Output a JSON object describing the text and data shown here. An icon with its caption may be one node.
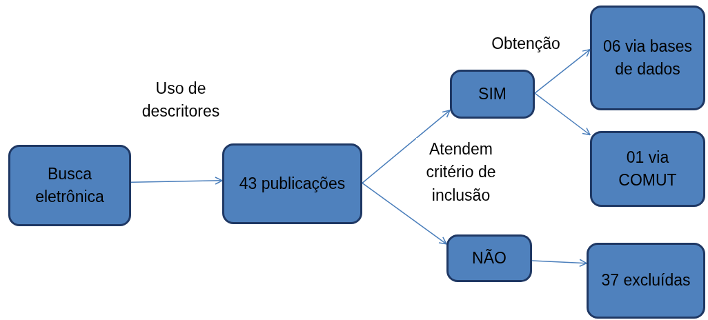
{
  "diagram": {
    "nodes": [
      {
        "text": [
          "Busca eletrônica"
        ]
      },
      {
        "text": [
          "43 publicações"
        ]
      },
      {
        "text": [
          "SIM"
        ]
      },
      {
        "text": [
          "NÃO"
        ]
      },
      {
        "text": [
          "06 via bases de dados"
        ]
      },
      {
        "text": [
          "01 via COMUT"
        ]
      },
      {
        "text": [
          "37 excluídas"
        ]
      }
    ],
    "edges": [
      {
        "from": 0,
        "to": 1,
        "arrow": "to",
        "label": "Uso de descritores"
      },
      {
        "from": 1,
        "to": 2,
        "arrow": "to"
      },
      {
        "from": 1,
        "to": 3,
        "arrow": "to"
      },
      {
        "from": 2,
        "to": 4,
        "arrow": "to"
      },
      {
        "from": 2,
        "to": 5,
        "arrow": "to"
      },
      {
        "from": 3,
        "to": 6,
        "arrow": "to"
      }
    ],
    "labels": [
      "Obtenção",
      "Atendem critério de inclusão"
    ]
  }
}
